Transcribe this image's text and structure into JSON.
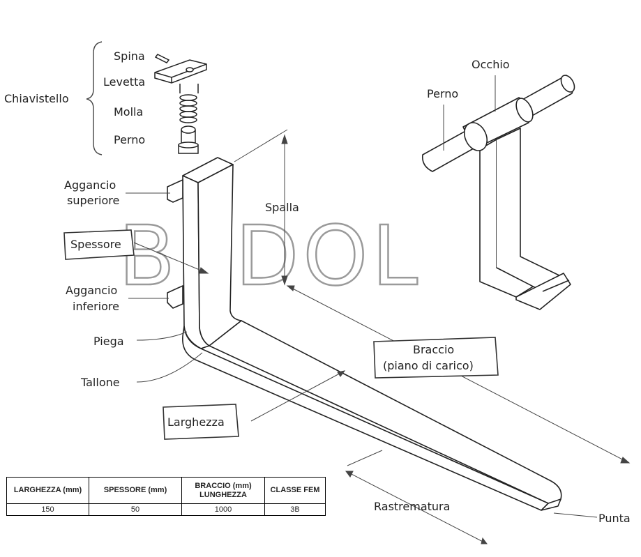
{
  "labels": {
    "spina": "Spina",
    "levetta": "Levetta",
    "chiavistello": "Chiavistello",
    "molla": "Molla",
    "perno_left": "Perno",
    "occhio": "Occhio",
    "perno_right": "Perno",
    "aggancio_superiore_1": "Aggancio",
    "aggancio_superiore_2": "superiore",
    "spessore": "Spessore",
    "spalla": "Spalla",
    "aggancio_inferiore_1": "Aggancio",
    "aggancio_inferiore_2": "inferiore",
    "piega": "Piega",
    "braccio_1": "Braccio",
    "braccio_2": "(piano di carico)",
    "tallone": "Tallone",
    "larghezza": "Larghezza",
    "rastrematura": "Rastrematura",
    "punta": "Punta"
  },
  "watermark": "BEDOL",
  "table": {
    "headers": [
      "LARGHEZZA (mm)",
      "SPESSORE (mm)",
      "BRACCIO (mm) LUNGHEZZA",
      "CLASSE FEM"
    ],
    "rows": [
      [
        "150",
        "50",
        "1000",
        "3B"
      ]
    ]
  }
}
